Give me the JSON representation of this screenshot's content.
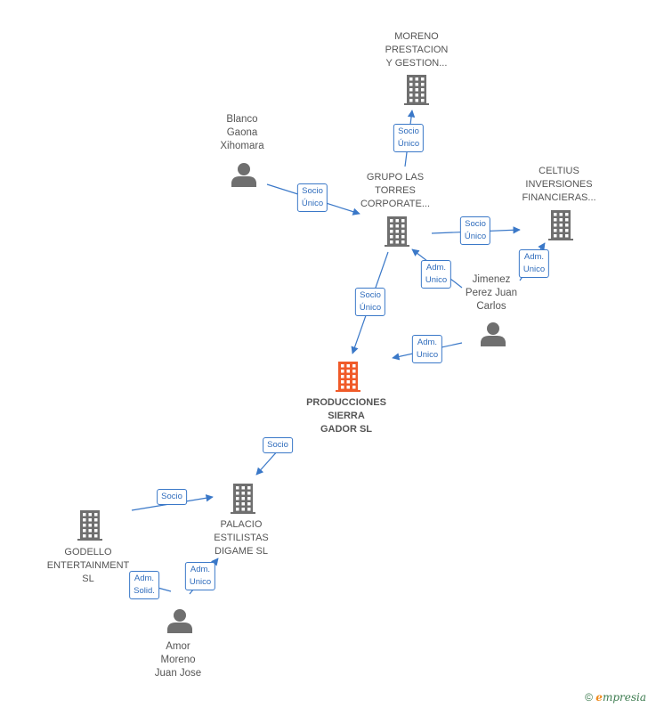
{
  "colors": {
    "edge": "#3a78c8",
    "node_gray": "#6f6f6f",
    "node_main": "#f05a28",
    "label_text": "#555555"
  },
  "nodes": [
    {
      "id": "moreno",
      "type": "company",
      "lines": [
        "MORENO",
        "PRESTACION",
        "Y GESTION..."
      ]
    },
    {
      "id": "blanco",
      "type": "person",
      "lines": [
        "Blanco",
        "Gaona",
        "Xihomara"
      ]
    },
    {
      "id": "grupo",
      "type": "company",
      "lines": [
        "GRUPO LAS",
        "TORRES",
        "CORPORATE..."
      ]
    },
    {
      "id": "celtius",
      "type": "company",
      "lines": [
        "CELTIUS",
        "INVERSIONES",
        "FINANCIERAS..."
      ]
    },
    {
      "id": "jimenez",
      "type": "person",
      "lines": [
        "Jimenez",
        "Perez Juan",
        "Carlos"
      ]
    },
    {
      "id": "producciones",
      "type": "company",
      "main": true,
      "lines": [
        "PRODUCCIONES",
        "SIERRA",
        "GADOR  SL"
      ]
    },
    {
      "id": "palacio",
      "type": "company",
      "lines": [
        "PALACIO",
        "ESTILISTAS",
        "DIGAME  SL"
      ]
    },
    {
      "id": "godello",
      "type": "company",
      "lines": [
        "GODELLO",
        "ENTERTAINMENT",
        "SL"
      ]
    },
    {
      "id": "amor",
      "type": "person",
      "lines": [
        "Amor",
        "Moreno",
        "Juan Jose"
      ]
    }
  ],
  "edges": [
    {
      "from": "grupo",
      "to": "moreno",
      "lines": [
        "Socio",
        "Único"
      ]
    },
    {
      "from": "blanco",
      "to": "grupo",
      "lines": [
        "Socio",
        "Único"
      ]
    },
    {
      "from": "grupo",
      "to": "celtius",
      "lines": [
        "Socio",
        "Único"
      ]
    },
    {
      "from": "jimenez",
      "to": "celtius",
      "lines": [
        "Adm.",
        "Unico"
      ]
    },
    {
      "from": "jimenez",
      "to": "grupo",
      "lines": [
        "Adm.",
        "Unico"
      ]
    },
    {
      "from": "grupo",
      "to": "producciones",
      "lines": [
        "Socio",
        "Único"
      ]
    },
    {
      "from": "jimenez",
      "to": "producciones",
      "lines": [
        "Adm.",
        "Unico"
      ]
    },
    {
      "from": "producciones",
      "to": "palacio",
      "lines": [
        "Socio"
      ]
    },
    {
      "from": "godello",
      "to": "palacio",
      "lines": [
        "Socio"
      ]
    },
    {
      "from": "amor",
      "to": "palacio",
      "lines": [
        "Adm.",
        "Unico"
      ]
    },
    {
      "from": "amor",
      "to": "godello",
      "lines": [
        "Adm.",
        "Solid."
      ]
    }
  ],
  "footer": {
    "copyright_symbol": "©",
    "brand_initial": "e",
    "brand_rest": "mpresia"
  }
}
